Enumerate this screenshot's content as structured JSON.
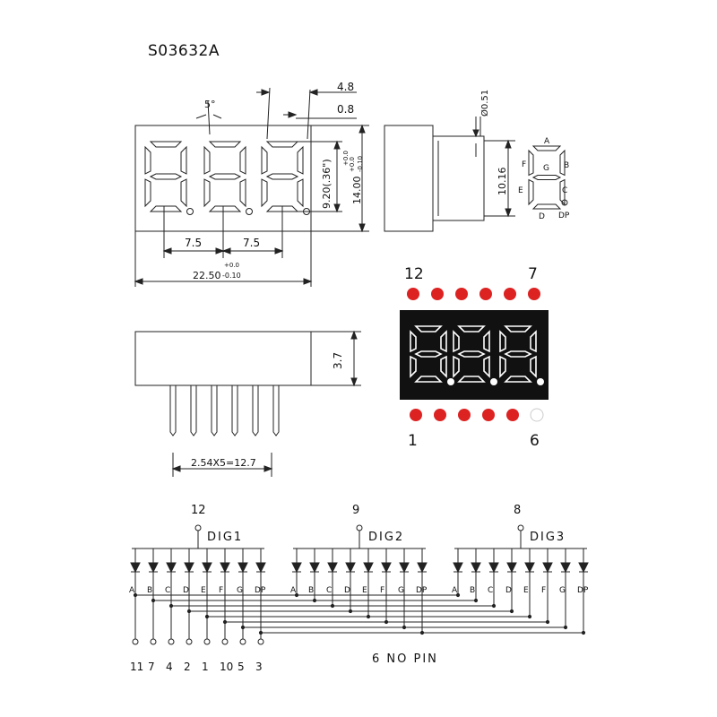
{
  "title": "S03632A",
  "front_view": {
    "angle": "5°",
    "dim_top1": "4.8",
    "dim_top2": "0.8",
    "height_inner": "9.20(.36\")",
    "height_inner_tol": "+0.0",
    "height_outer": "14.00",
    "height_outer_tol_upper": "+0.0",
    "height_outer_tol_lower": "-0.10",
    "pitch1": "7.5",
    "pitch2": "7.5",
    "width": "22.50",
    "width_tol_upper": "+0.0",
    "width_tol_lower": "-0.10"
  },
  "side_view": {
    "pin_diameter": "Ø0.51",
    "pin_span": "10.16"
  },
  "segment_map": {
    "labels": [
      "A",
      "B",
      "C",
      "D",
      "E",
      "F",
      "G",
      "DP"
    ]
  },
  "bottom_view": {
    "depth": "3.7",
    "pin_pitch": "2.54X5=12.7"
  },
  "photo": {
    "pin_top_left": "12",
    "pin_top_right": "7",
    "pin_bottom_left": "1",
    "pin_bottom_right": "6",
    "dot_color": "#dd2222",
    "led_color": "#ffffff",
    "body_color": "#111111"
  },
  "schematic": {
    "digits": [
      {
        "pin": "12",
        "label": "DIG1"
      },
      {
        "pin": "9",
        "label": "DIG2"
      },
      {
        "pin": "8",
        "label": "DIG3"
      }
    ],
    "segment_labels": [
      "A",
      "B",
      "C",
      "D",
      "E",
      "F",
      "G",
      "DP"
    ],
    "segment_pins": [
      "11",
      "7",
      "4",
      "2",
      "1",
      "10",
      "5",
      "3"
    ],
    "note": "6 NO PIN"
  }
}
